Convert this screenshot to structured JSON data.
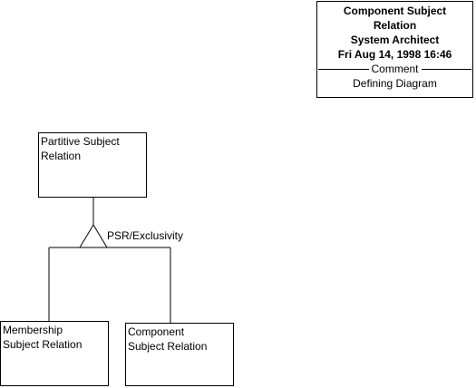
{
  "title_block": {
    "line1": "Component Subject",
    "line2": "Relation",
    "line3": "System Architect",
    "line4": "Fri Aug 14, 1998  16:46",
    "separator_label": "Comment",
    "comment": "Defining Diagram"
  },
  "nodes": {
    "parent": "Partitive Subject\nRelation",
    "child_left": "Membership\nSubject Relation",
    "child_right": "Component\nSubject Relation"
  },
  "relationship": {
    "label": "PSR/Exclusivity"
  }
}
